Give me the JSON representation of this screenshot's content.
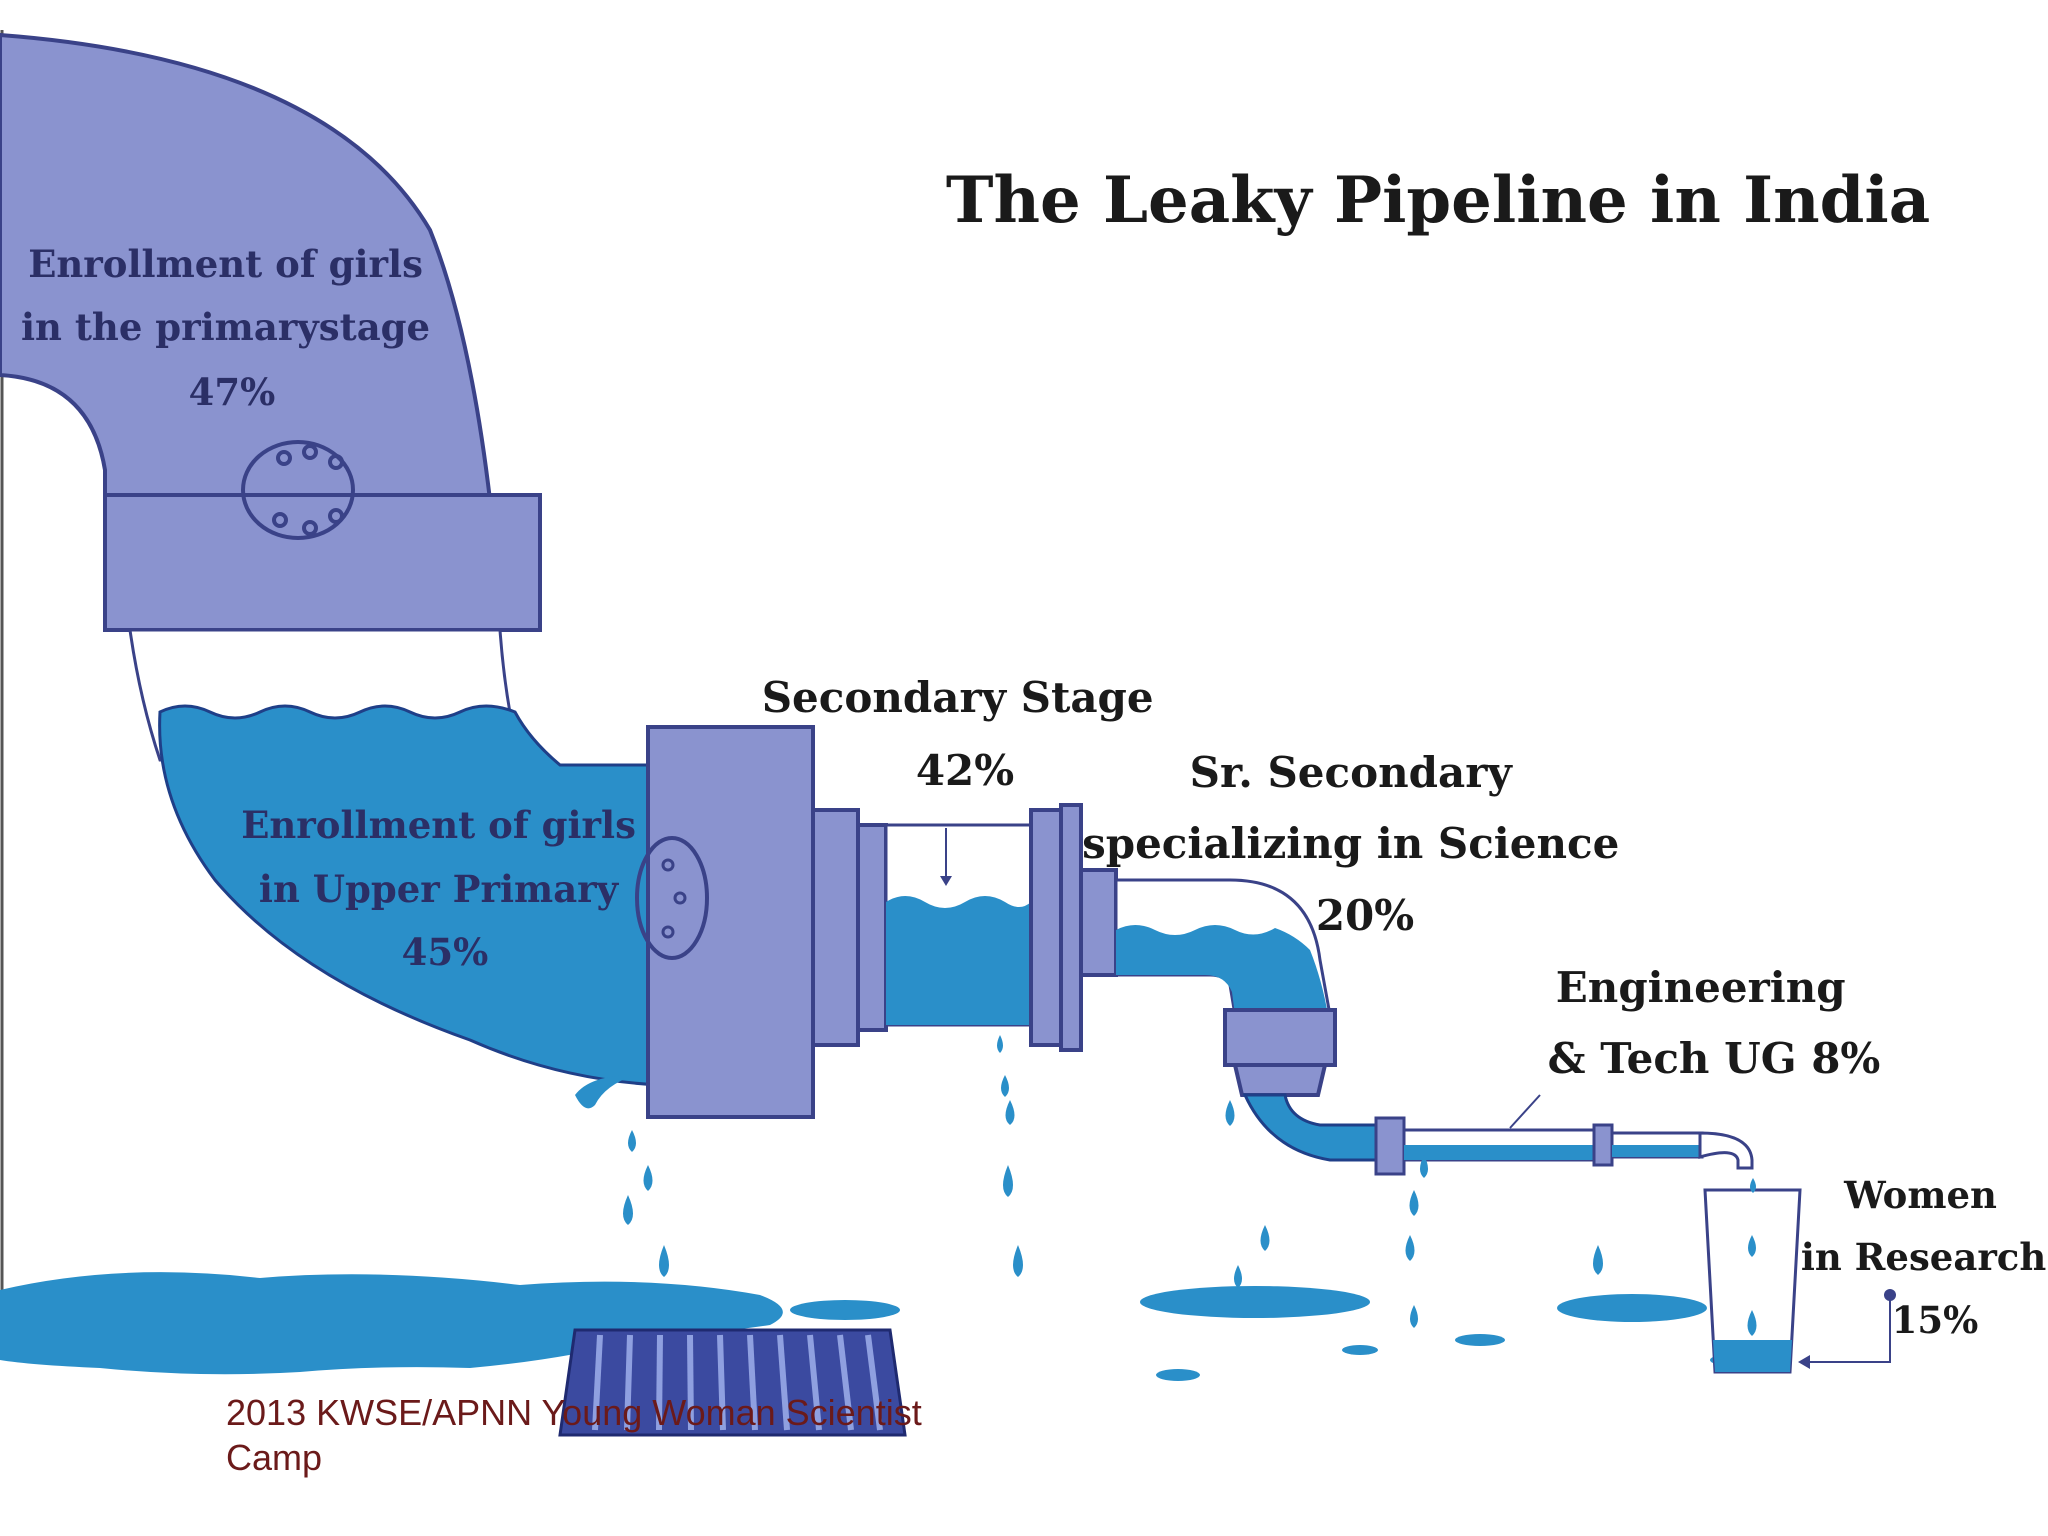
{
  "title": "The Leaky Pipeline in India",
  "stages": [
    {
      "lines": [
        "Enrollment of girls",
        "in the primarystage"
      ],
      "value": "47%"
    },
    {
      "lines": [
        "Enrollment of girls",
        "in Upper Primary"
      ],
      "value": "45%"
    },
    {
      "lines": [
        "Secondary Stage"
      ],
      "value": "42%"
    },
    {
      "lines": [
        "Sr. Secondary",
        "specializing in Science"
      ],
      "value": "20%"
    },
    {
      "lines": [
        "Engineering",
        "& Tech UG  8%"
      ],
      "value": ""
    },
    {
      "lines": [
        "Women",
        "in Research"
      ],
      "value": "15%"
    }
  ],
  "footer": {
    "line1": "2013 KWSE/APNN Young Woman Scientist",
    "line2": "Camp"
  },
  "colors": {
    "pipe_fill": "#8a93cf",
    "pipe_stroke": "#3a4288",
    "water": "#2a8fc9",
    "water_dark": "#1f6fa8",
    "text": "#1a1a1a",
    "footer": "#6b1a1a"
  }
}
